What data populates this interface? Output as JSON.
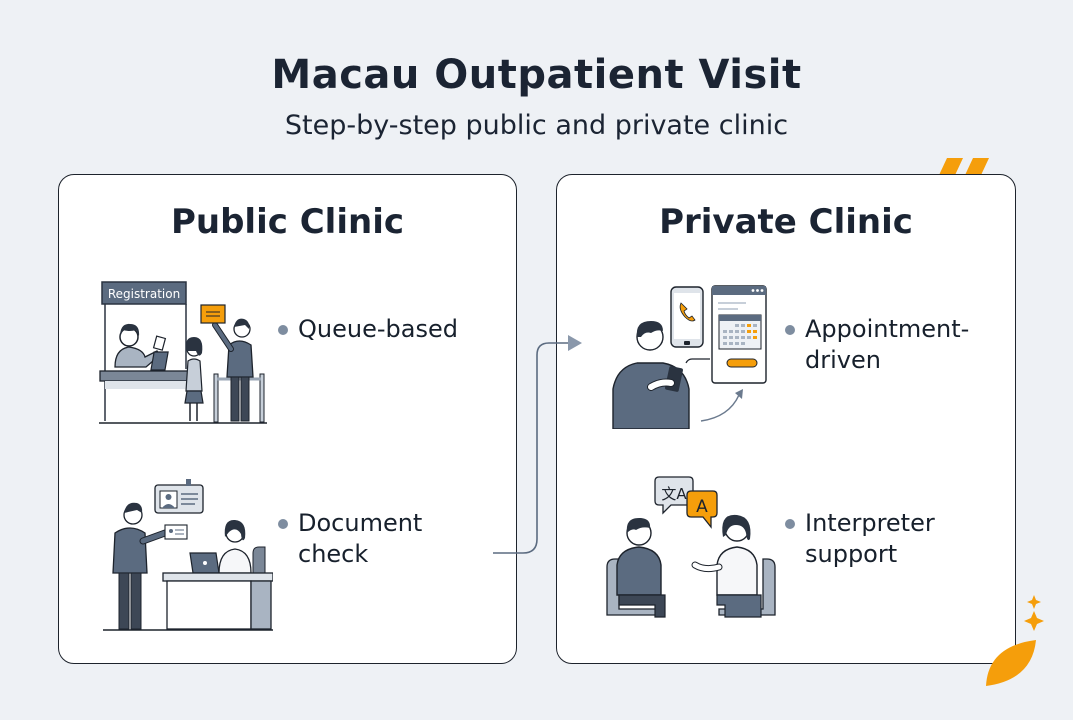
{
  "header": {
    "title": "Macau Outpatient Visit",
    "subtitle": "Step-by-step public and private clinic"
  },
  "panels": {
    "public": {
      "title": "Public Clinic",
      "items": [
        {
          "text": "Queue-based",
          "illustration": "registration-desk-queue"
        },
        {
          "text": "Document\ncheck",
          "illustration": "id-document-check-desk"
        }
      ],
      "illustration_labels": {
        "registration_sign": "Registration"
      }
    },
    "private": {
      "title": "Private Clinic",
      "items": [
        {
          "text": "Appointment-\ndriven",
          "illustration": "phone-calendar-booking"
        },
        {
          "text": "Interpreter\nsupport",
          "illustration": "translation-conversation"
        }
      ],
      "illustration_labels": {
        "translate_glyph": "文A",
        "answer_glyph": "A"
      }
    }
  },
  "colors": {
    "accent": "#f59e0b",
    "ink": "#1b2433",
    "slate": "#5b6b80",
    "bullet": "#7e8da0",
    "background": "#eef1f5"
  }
}
